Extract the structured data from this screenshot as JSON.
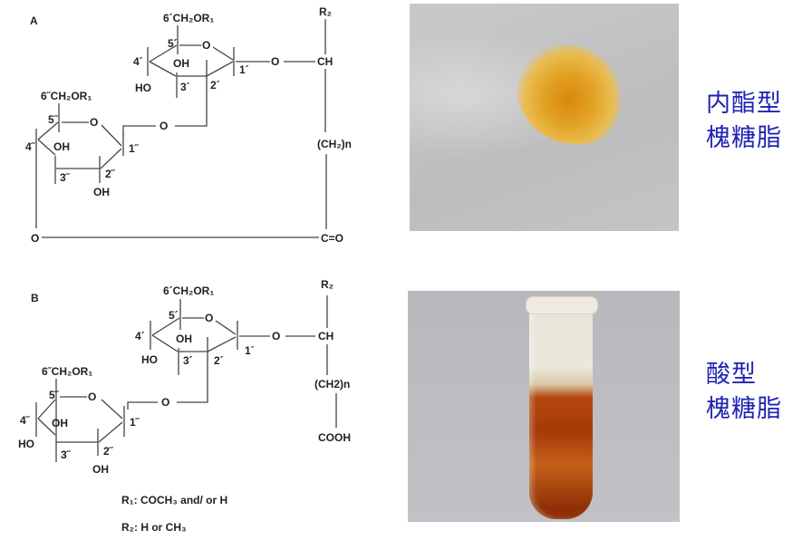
{
  "structure_a": {
    "label": "A",
    "upper_ring": {
      "c6": "6´CH₂OR₁",
      "c5": "5´",
      "c4": "4´",
      "c3": "3´",
      "c2": "2´",
      "c1": "1´",
      "ring_o": "O",
      "oh": "OH",
      "ho": "HO"
    },
    "lower_ring": {
      "c6": "6˝CH₂OR₁",
      "c5": "5˝",
      "c4": "4˝",
      "c3": "3˝",
      "c2": "2˝",
      "c1": "1˝",
      "ring_o": "O",
      "oh_3": "OH",
      "oh_2": "OH"
    },
    "glycosidic_o": "O",
    "aglycone_o": "O",
    "r2": "R₂",
    "ch": "CH",
    "chain": "(CH₂)n",
    "lactone_o": "O",
    "carbonyl": "C=O"
  },
  "structure_b": {
    "label": "B",
    "upper_ring": {
      "c6": "6´CH₂OR₁",
      "c5": "5´",
      "c4": "4´",
      "c3": "3´",
      "c2": "2´",
      "c1": "1´",
      "ring_o": "O",
      "oh": "OH",
      "ho": "HO"
    },
    "lower_ring": {
      "c6": "6˝CH₂OR₁",
      "c5": "5˝",
      "c4": "4˝",
      "c3": "3˝",
      "c2": "2˝",
      "c1": "1˝",
      "ring_o": "O",
      "oh_3": "OH",
      "oh_2": "OH",
      "ho": "HO"
    },
    "glycosidic_o": "O",
    "aglycone_o": "O",
    "r2": "R₂",
    "ch": "CH",
    "chain": "(CH2)n",
    "acid": "COOH"
  },
  "legend": {
    "r1": "R₁: COCH₃ and/ or H",
    "r2": "R₂:  H or CH₃"
  },
  "captions": {
    "lactonic_line1": "内酯型",
    "lactonic_line2": "槐糖脂",
    "acidic_line1": "酸型",
    "acidic_line2": "槐糖脂"
  },
  "colors": {
    "caption": "#1f24b4"
  }
}
